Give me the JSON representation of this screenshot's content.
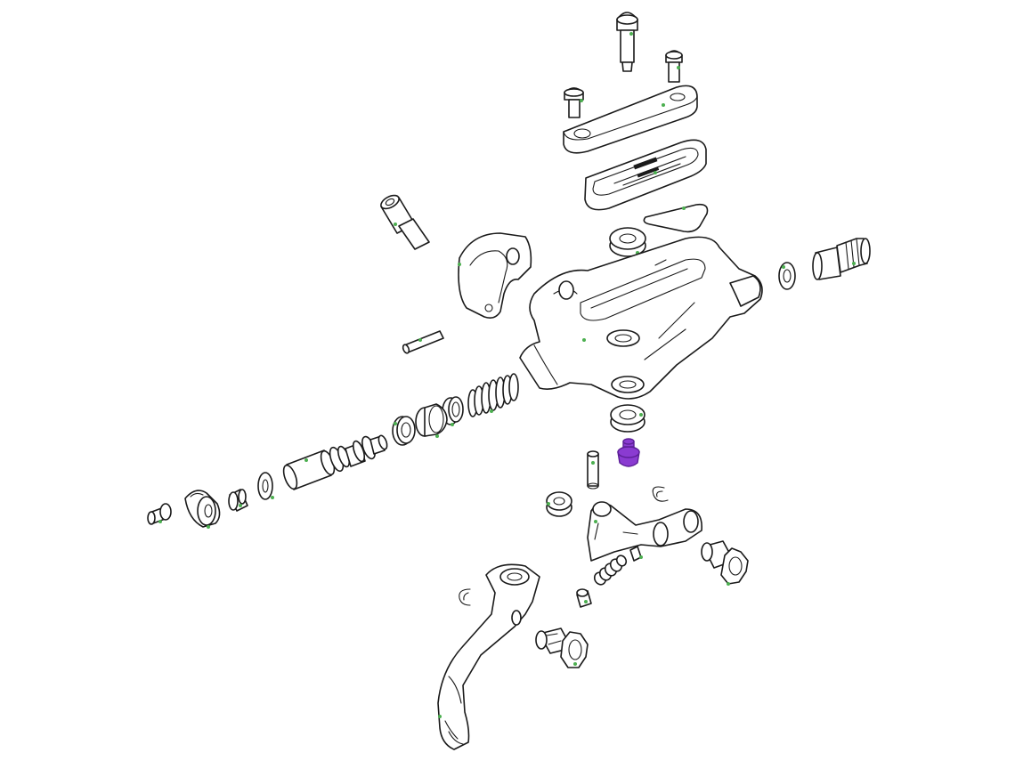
{
  "diagram": {
    "colors": {
      "outline": "#1a1a1a",
      "background": "#ffffff",
      "callout_dot": "#4caf50",
      "highlight": "#8a3bd1",
      "highlight_outline": "#5b1f96"
    },
    "highlighted_part": "bleed-port-screw",
    "parts": [
      "top-cap-bolt-long",
      "top-cap-bolt-short",
      "top-cap-bolt-left",
      "reservoir-cover",
      "reservoir-bladder",
      "reservoir-gasket",
      "clamp-bolt",
      "handlebar-clamp",
      "bearing-top",
      "lever-body",
      "crush-washer",
      "hose-barb-fitting",
      "pivot-pin",
      "return-spring",
      "piston-seal-ring",
      "piston-cup",
      "spacer-ring",
      "master-piston",
      "piston-washer",
      "piston-boot-cap",
      "piston-retainer",
      "retainer-bolt",
      "bearing-lower",
      "bleed-port-screw",
      "pivot-pin-small",
      "bearing-side",
      "snap-ring-right",
      "lever-cam",
      "adjust-spring",
      "reach-adjust-knob",
      "snap-ring-left",
      "small-plug",
      "lever-blade",
      "contact-adjust-knob"
    ]
  }
}
